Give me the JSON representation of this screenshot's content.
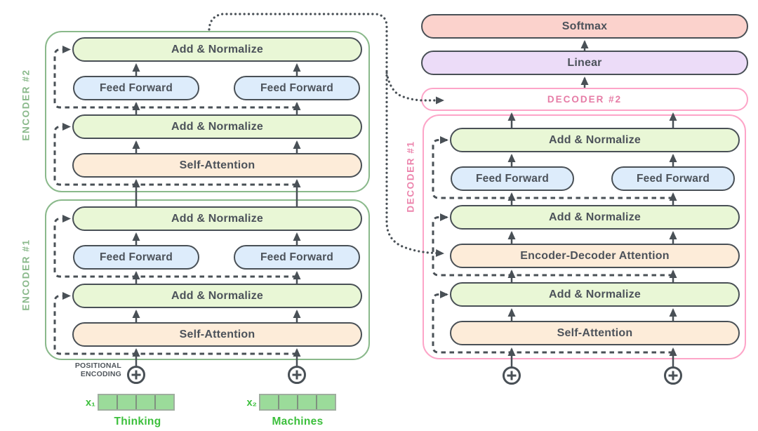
{
  "palette": {
    "ink": "#495056",
    "green_fill": "#e9f7d6",
    "blue_fill": "#ddecfb",
    "orange_fill": "#fdecd9",
    "salmon_fill": "#fbd2cc",
    "purple_fill": "#ecdcf8",
    "encoder_border": "#8ab98b",
    "decoder_border": "#fda5c8",
    "decoder_label_text": "#e67ca6",
    "vector_fill": "#9bdb9a",
    "word_green": "#3cbf3c"
  },
  "output_stack": {
    "softmax": "Softmax",
    "linear": "Linear",
    "decoder2_label": "DECODER #2"
  },
  "encoder2": {
    "label": "ENCODER #2",
    "add_norm_top": "Add & Normalize",
    "ff_left": "Feed Forward",
    "ff_right": "Feed Forward",
    "add_norm_mid": "Add & Normalize",
    "self_attention": "Self-Attention"
  },
  "encoder1": {
    "label": "ENCODER #1",
    "add_norm_top": "Add & Normalize",
    "ff_left": "Feed Forward",
    "ff_right": "Feed Forward",
    "add_norm_mid": "Add & Normalize",
    "self_attention": "Self-Attention"
  },
  "decoder1": {
    "label": "DECODER #1",
    "add_norm_top": "Add & Normalize",
    "ff_left": "Feed Forward",
    "ff_right": "Feed Forward",
    "add_norm_mid": "Add & Normalize",
    "enc_dec_attention": "Encoder-Decoder Attention",
    "add_norm_bottom": "Add & Normalize",
    "self_attention": "Self-Attention"
  },
  "inputs": {
    "positional_encoding_line1": "POSITIONAL",
    "positional_encoding_line2": "ENCODING",
    "x1_label": "x₁",
    "x2_label": "x₂",
    "word1": "Thinking",
    "word2": "Machines",
    "vector_cells": 4
  }
}
